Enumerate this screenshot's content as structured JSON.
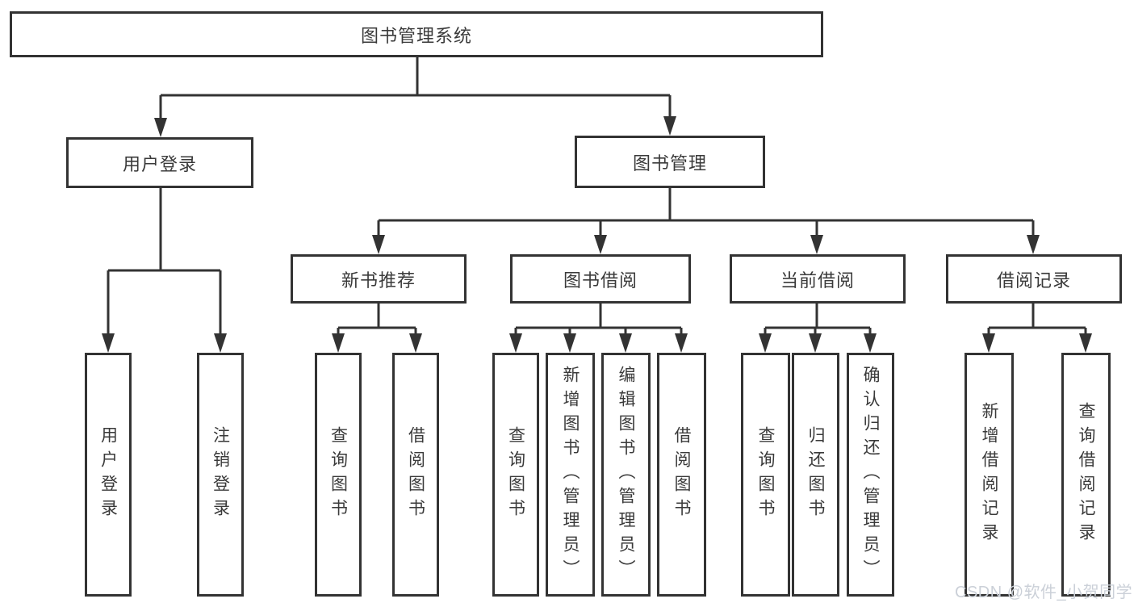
{
  "diagram": {
    "tree": {
      "label": "图书管理系统",
      "children": [
        {
          "label": "用户登录",
          "children": [
            {
              "label": "用户登录"
            },
            {
              "label": "注销登录"
            }
          ]
        },
        {
          "label": "图书管理",
          "children": [
            {
              "label": "新书推荐",
              "children": [
                {
                  "label": "查询图书"
                },
                {
                  "label": "借阅图书"
                }
              ]
            },
            {
              "label": "图书借阅",
              "children": [
                {
                  "label": "查询图书"
                },
                {
                  "label": "新增图书（管理员）"
                },
                {
                  "label": "编辑图书（管理员）"
                },
                {
                  "label": "借阅图书"
                }
              ]
            },
            {
              "label": "当前借阅",
              "children": [
                {
                  "label": "查询图书"
                },
                {
                  "label": "归还图书"
                },
                {
                  "label": "确认归还（管理员）"
                }
              ]
            },
            {
              "label": "借阅记录",
              "children": [
                {
                  "label": "新增借阅记录"
                },
                {
                  "label": "查询借阅记录"
                }
              ]
            }
          ]
        }
      ]
    },
    "colors": {
      "line": "#333333",
      "text": "#3a3a3a",
      "background": "#ffffff"
    }
  },
  "watermark": {
    "text": "CSDN @软件_小贺同学",
    "color": "#cbd0d8"
  }
}
